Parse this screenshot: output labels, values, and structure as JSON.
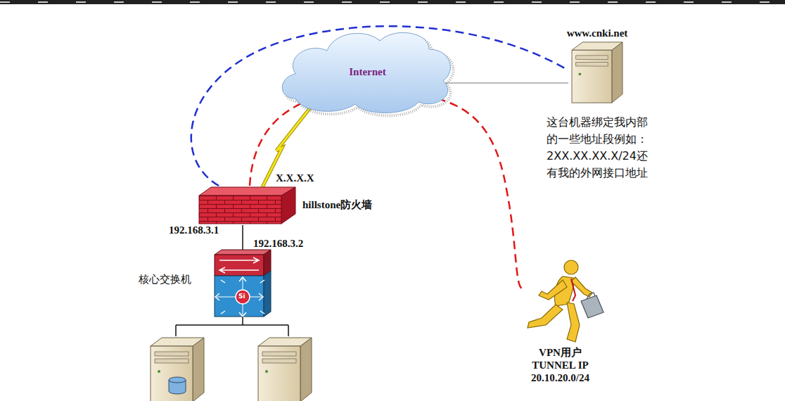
{
  "diagram": {
    "nodes": [
      {
        "text": [
          "Internet"
        ]
      },
      {
        "text": [
          "www.cnki.net",
          "这台机器绑定我内部 的一些地址段例如： 2XX.XX.XX.X/24还 有我的外网接口地址"
        ]
      },
      {
        "text": [
          "hillstone防火墙"
        ]
      },
      {
        "text": [
          "核心交换机"
        ]
      },
      {
        "text": [
          "VPN用户 TUNNEL IP 20.10.20.0/24"
        ]
      }
    ],
    "edges": [
      {
        "from": 2,
        "to": 3,
        "arrow": "none"
      },
      {
        "from": 0,
        "to": 1,
        "arrow": "none"
      },
      {
        "from": 2,
        "to": 0,
        "arrow": "none"
      },
      {
        "from": 2,
        "to": 1,
        "arrow": "none"
      },
      {
        "from": 2,
        "to": 4,
        "arrow": "none"
      }
    ],
    "labels": [
      "X.X.X.X",
      "192.168.3.1",
      "192.168.3.2",
      "Si"
    ]
  }
}
